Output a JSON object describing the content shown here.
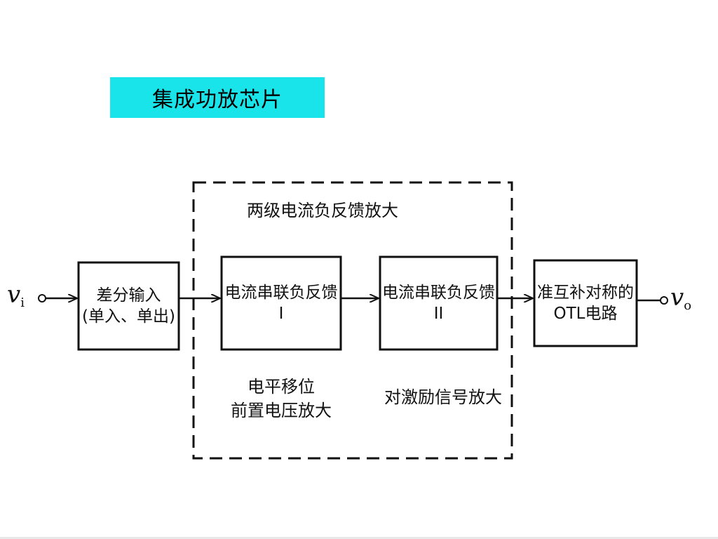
{
  "title": "集成功放芯片",
  "input_symbol": {
    "base": "v",
    "sub": "i"
  },
  "output_symbol": {
    "base": "v",
    "sub": "o"
  },
  "group_label": "两级电流负反馈放大",
  "blocks": [
    {
      "id": "diff-input",
      "lines": [
        "差分输入",
        "(单入、单出)"
      ]
    },
    {
      "id": "feedback-1",
      "lines": [
        "电流串联负反馈",
        "I"
      ]
    },
    {
      "id": "feedback-2",
      "lines": [
        "电流串联负反馈",
        "II"
      ]
    },
    {
      "id": "otl",
      "lines": [
        "准互补对称的",
        "OTL电路"
      ]
    }
  ],
  "annotations": {
    "stage1_note": [
      "电平移位",
      "前置电压放大"
    ],
    "stage2_note": "对激励信号放大"
  }
}
